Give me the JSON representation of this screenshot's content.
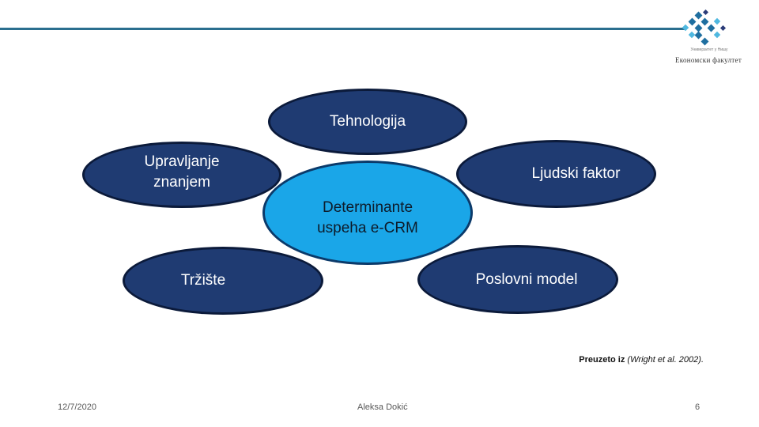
{
  "logo": {
    "small_text": "Универзитет у Нишу",
    "name": "Економски факултет"
  },
  "diagram": {
    "center": "Determinante uspeha e-CRM",
    "nodes": {
      "tehnologija": "Tehnologija",
      "upravljanje": "Upravljanje znanjem",
      "ljudski": "Ljudski faktor",
      "trziste": "Tržište",
      "poslovni": "Poslovni model"
    }
  },
  "citation": {
    "lead": "Preuzeto iz",
    "ref": "(Wright et al. 2002)."
  },
  "footer": {
    "date": "12/7/2020",
    "author": "Aleksa Dokić",
    "page": "6"
  },
  "colors": {
    "outer_ellipse": "#1f3b72",
    "center_ellipse": "#1aa6e8",
    "rule": "#2a6f8f"
  }
}
